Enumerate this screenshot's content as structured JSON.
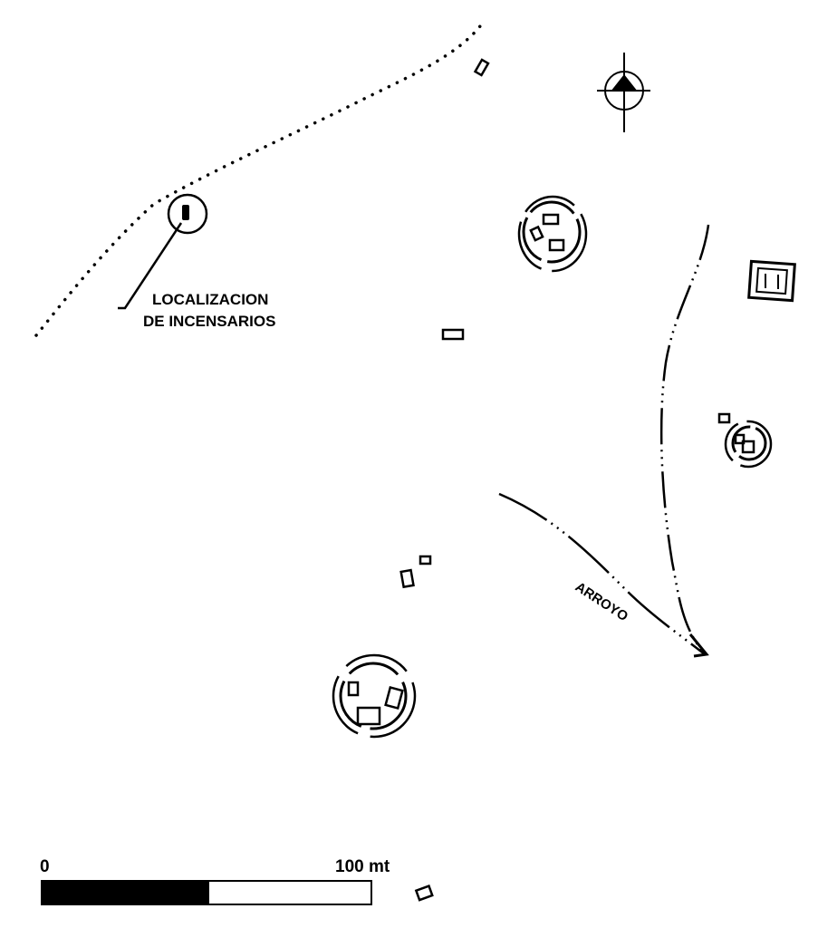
{
  "labels": {
    "incensarios_line1": "LOCALIZACION",
    "incensarios_line2": "DE INCENSARIOS",
    "arroyo": "ARROYO"
  },
  "scale_bar": {
    "start_label": "0",
    "end_label": "100 mt"
  },
  "icons": {
    "north_arrow": "compass-north-icon"
  },
  "colors": {
    "ink": "#000000",
    "background": "#ffffff"
  }
}
